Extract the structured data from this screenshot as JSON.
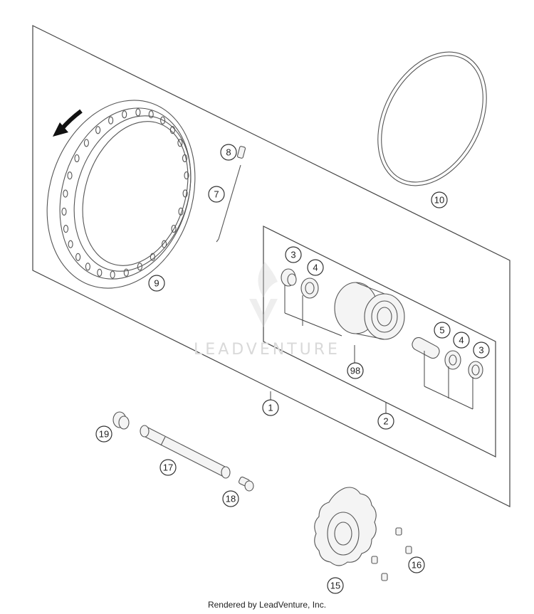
{
  "watermark": "LEADVENTURE",
  "footer": "Rendered by LeadVenture, Inc.",
  "callouts": {
    "c1": "1",
    "c2": "2",
    "c3a": "3",
    "c3b": "3",
    "c4a": "4",
    "c4b": "4",
    "c5": "5",
    "c7": "7",
    "c8": "8",
    "c9": "9",
    "c10": "10",
    "c15": "15",
    "c16": "16",
    "c17": "17",
    "c18": "18",
    "c19": "19",
    "c98": "98"
  }
}
